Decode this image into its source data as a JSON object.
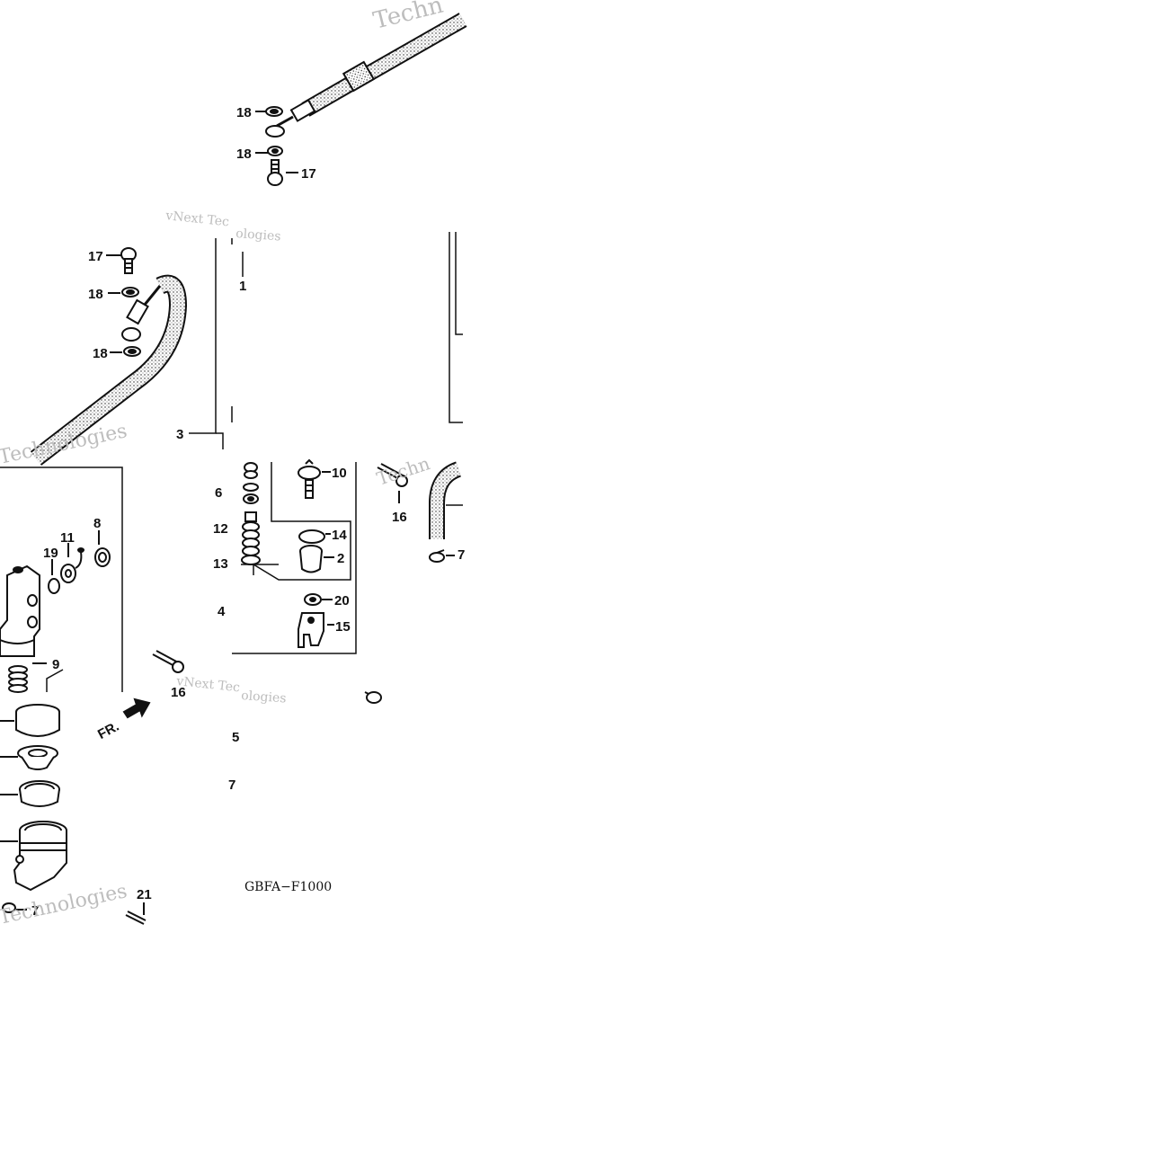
{
  "diagram": {
    "code": "GBFA−F1000",
    "direction_label": "FR.",
    "watermark": {
      "line1": "vNext Tec",
      "line1b": "Techn",
      "line2": "ologies",
      "line3": "Technologies"
    },
    "callouts": [
      {
        "id": "c18a",
        "text": "18"
      },
      {
        "id": "c18b",
        "text": "18"
      },
      {
        "id": "c17a",
        "text": "17"
      },
      {
        "id": "c17b",
        "text": "17"
      },
      {
        "id": "c18c",
        "text": "18"
      },
      {
        "id": "c18d",
        "text": "18"
      },
      {
        "id": "c1",
        "text": "1"
      },
      {
        "id": "c3",
        "text": "3"
      },
      {
        "id": "c10",
        "text": "10"
      },
      {
        "id": "c16a",
        "text": "16"
      },
      {
        "id": "c16b",
        "text": "16"
      },
      {
        "id": "c6",
        "text": "6"
      },
      {
        "id": "c12",
        "text": "12"
      },
      {
        "id": "c13",
        "text": "13"
      },
      {
        "id": "c14",
        "text": "14"
      },
      {
        "id": "c2",
        "text": "2"
      },
      {
        "id": "c20",
        "text": "20"
      },
      {
        "id": "c15",
        "text": "15"
      },
      {
        "id": "c4",
        "text": "4"
      },
      {
        "id": "c8",
        "text": "8"
      },
      {
        "id": "c11",
        "text": "11"
      },
      {
        "id": "c19",
        "text": "19"
      },
      {
        "id": "c9",
        "text": "9"
      },
      {
        "id": "c5",
        "text": "5"
      },
      {
        "id": "c7a",
        "text": "7"
      },
      {
        "id": "c7b",
        "text": "7"
      },
      {
        "id": "c7c",
        "text": "7"
      },
      {
        "id": "c21",
        "text": "21"
      }
    ]
  }
}
